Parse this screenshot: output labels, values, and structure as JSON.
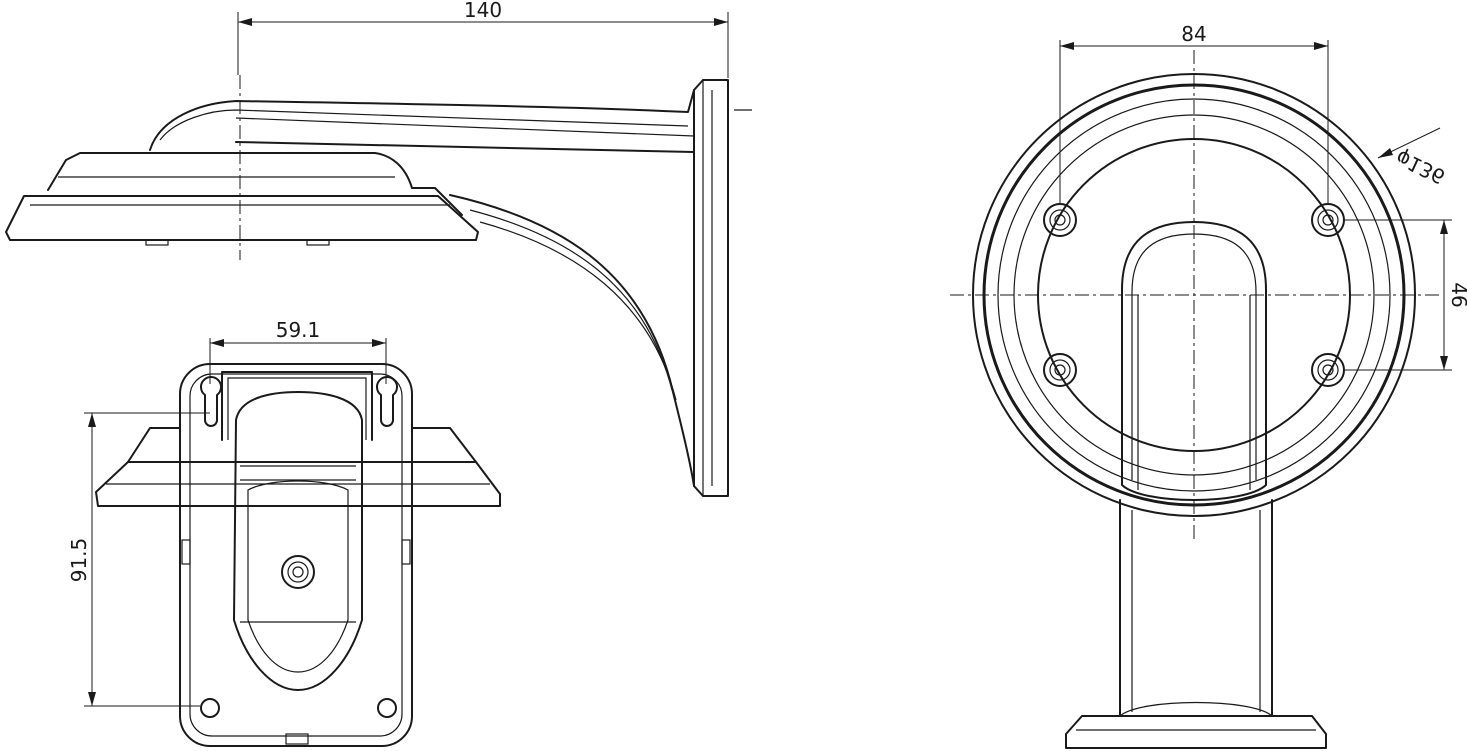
{
  "dimensions": {
    "length": "140",
    "bolt_spacing_h": "84",
    "diameter": "φ136",
    "bolt_spacing_v": "46",
    "keyhole_spacing": "59.1",
    "mount_height": "91.5"
  }
}
